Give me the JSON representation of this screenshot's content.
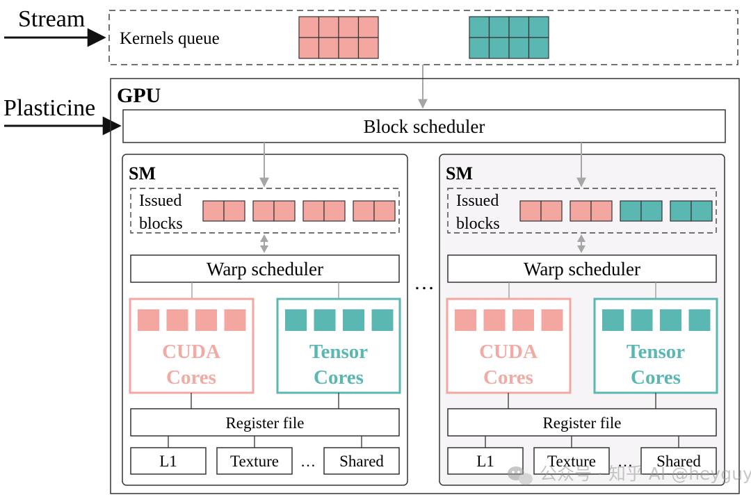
{
  "inputs": {
    "stream_label": "Stream",
    "plasticine_label": "Plasticine"
  },
  "kernels_queue": {
    "label": "Kernels queue",
    "kernels": [
      {
        "color": "#f4a7a1",
        "rows": 2,
        "cols": 4
      },
      {
        "color": "#5ab7b2",
        "rows": 2,
        "cols": 4
      }
    ]
  },
  "gpu": {
    "label": "GPU",
    "block_scheduler_label": "Block scheduler",
    "between_sms_ellipsis": "…",
    "sms": [
      {
        "label": "SM",
        "issued_blocks_label_line1": "Issued",
        "issued_blocks_label_line2": "blocks",
        "issued_blocks": [
          "#f4a7a1",
          "#f4a7a1",
          "#f4a7a1",
          "#f4a7a1"
        ],
        "warp_scheduler_label": "Warp scheduler",
        "cuda_label_line1": "CUDA",
        "cuda_label_line2": "Cores",
        "tensor_label_line1": "Tensor",
        "tensor_label_line2": "Cores",
        "register_file_label": "Register file",
        "memory": [
          "L1",
          "Texture",
          "…",
          "Shared"
        ]
      },
      {
        "label": "SM",
        "issued_blocks_label_line1": "Issued",
        "issued_blocks_label_line2": "blocks",
        "issued_blocks": [
          "#f4a7a1",
          "#f4a7a1",
          "#5ab7b2",
          "#5ab7b2"
        ],
        "warp_scheduler_label": "Warp scheduler",
        "cuda_label_line1": "CUDA",
        "cuda_label_line2": "Cores",
        "tensor_label_line1": "Tensor",
        "tensor_label_line2": "Cores",
        "register_file_label": "Register file",
        "memory": [
          "L1",
          "Texture",
          "…",
          "Shared"
        ]
      }
    ]
  },
  "colors": {
    "cuda": "#f4a7a1",
    "cuda_text": "#f2aaa4",
    "tensor": "#5ab7b2",
    "tensor_text": "#5ab7b2",
    "arrow_gray": "#a6a6a6",
    "line": "#222222"
  },
  "watermark": {
    "text": "公众号 · 知乎 AI @heyguy",
    "icon": "wechat-icon"
  }
}
